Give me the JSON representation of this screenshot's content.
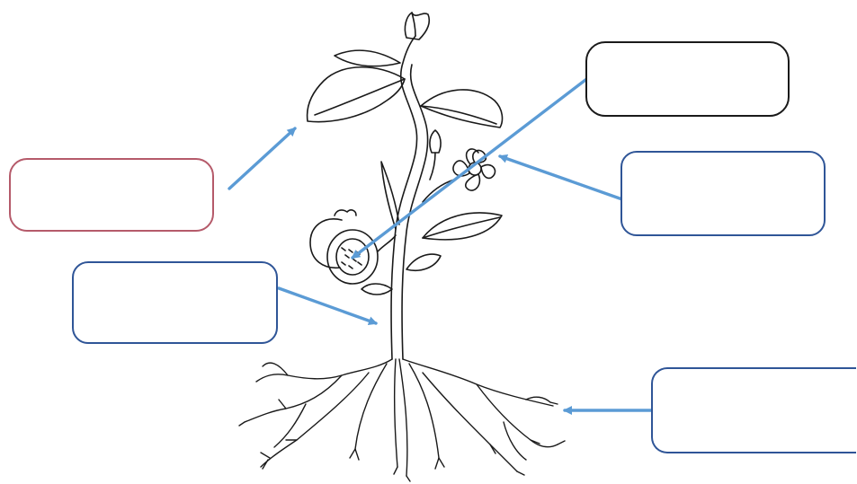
{
  "diagram": {
    "labels": [
      {
        "id": "leaf",
        "text": ""
      },
      {
        "id": "seed",
        "text": ""
      },
      {
        "id": "flower",
        "text": ""
      },
      {
        "id": "stem",
        "text": ""
      },
      {
        "id": "root",
        "text": ""
      }
    ],
    "colors": {
      "arrow": "#5b9bd5",
      "arrow_dark": "#2f5597",
      "box_blue": "#2f5597",
      "box_red": "#b55a6a",
      "box_black": "#1a1a1a",
      "line_art": "#1a1a1a"
    }
  }
}
